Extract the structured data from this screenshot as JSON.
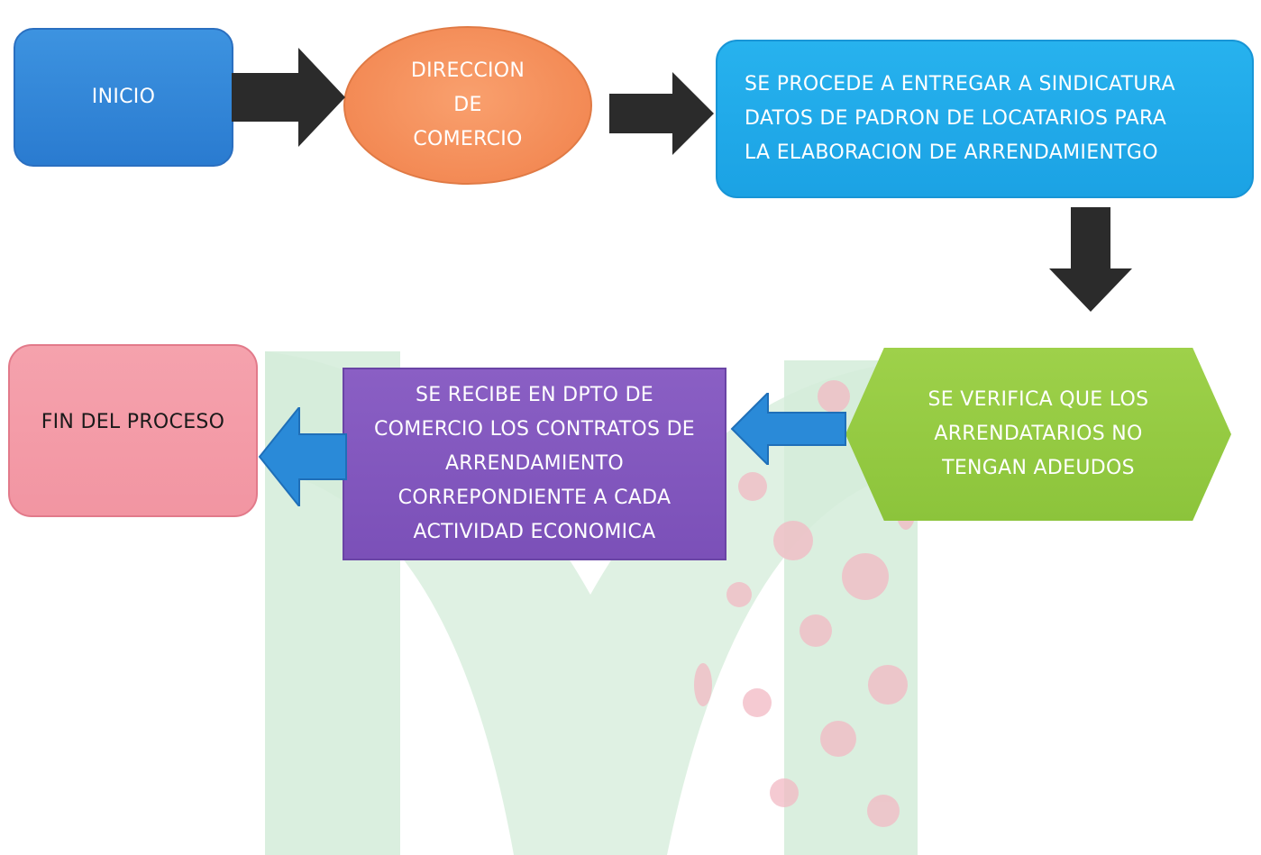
{
  "colors": {
    "inicio": "#2f86d8",
    "direccion": "#f38a55",
    "entregar": "#1ea9ea",
    "verifica": "#8dc63f",
    "recibe": "#7e55bc",
    "fin": "#f39aa6",
    "arrow_dark": "#2b2b2b",
    "arrow_blue": "#2a8ad8",
    "watermark_green": "#d4ecd9",
    "watermark_pink": "#f2b9c4"
  },
  "flow": {
    "inicio": "INICIO",
    "direccion": "DIRECCION\nDE\nCOMERCIO",
    "entregar": "SE PROCEDE A ENTREGAR A SINDICATURA\nDATOS DE PADRON DE LOCATARIOS  PARA\nLA ELABORACION DE ARRENDAMIENTGO",
    "verifica": "SE VERIFICA QUE LOS\nARRENDATARIOS NO\nTENGAN ADEUDOS",
    "recibe": "SE RECIBE EN DPTO DE\nCOMERCIO LOS CONTRATOS DE\nARRENDAMIENTO\nCORREPONDIENTE A CADA\nACTIVIDAD ECONOMICA",
    "fin": "FIN DEL PROCESO"
  }
}
